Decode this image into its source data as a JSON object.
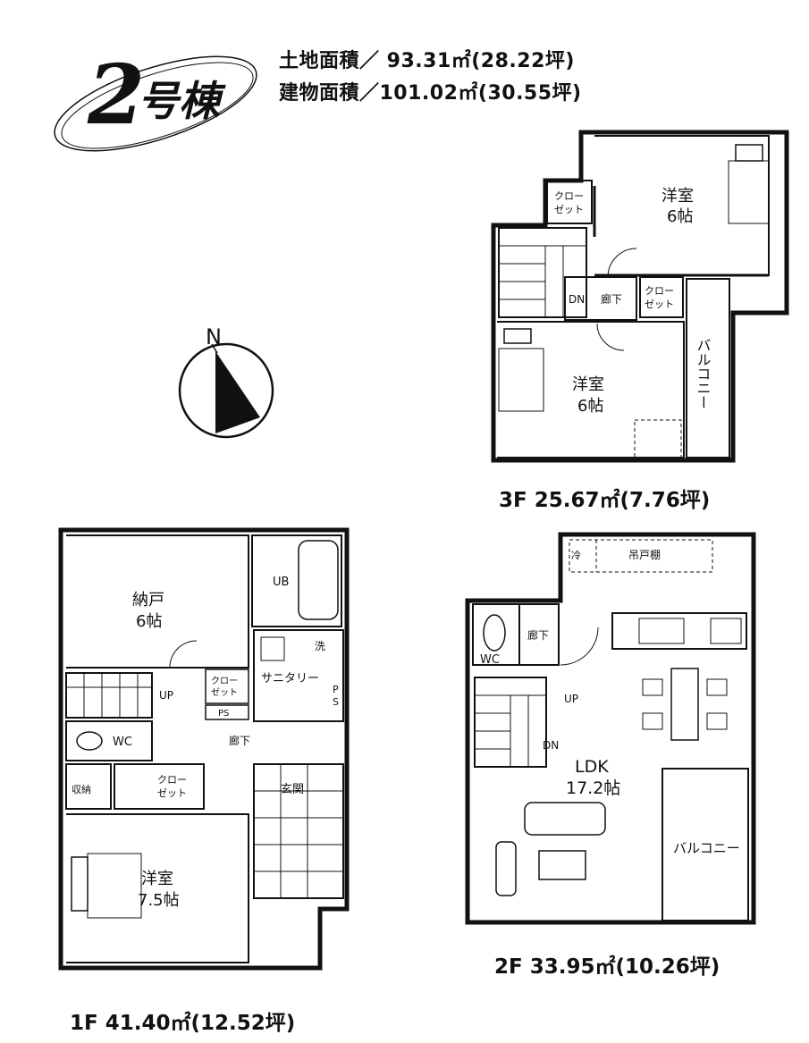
{
  "building": {
    "number": "2",
    "suffix": "号棟",
    "land_area": "土地面積／ 93.31㎡(28.22坪)",
    "floor_area": "建物面積／101.02㎡(30.55坪)"
  },
  "compass": {
    "north": "N"
  },
  "floors": {
    "f3": {
      "label": "3F 25.67㎡(7.76坪)",
      "rooms": {
        "room_a_name": "洋室",
        "room_a_size": "6帖",
        "room_b_name": "洋室",
        "room_b_size": "6帖",
        "closet_a": "クロー",
        "closet_a2": "ゼット",
        "closet_b": "クロー",
        "closet_b2": "ゼット",
        "dn": "DN",
        "hall": "廊下",
        "balcony": "バルコニー"
      }
    },
    "f2": {
      "label": "2F 33.95㎡(10.26坪)",
      "rooms": {
        "ldk": "LDK",
        "ldk_size": "17.2帖",
        "fridge": "冷",
        "cabinet": "吊戸棚",
        "hall": "廊下",
        "wc": "WC",
        "up": "UP",
        "dn": "DN",
        "balcony": "バルコニー"
      }
    },
    "f1": {
      "label": "1F 41.40㎡(12.52坪)",
      "rooms": {
        "storage_name": "納戸",
        "storage_size": "6帖",
        "ub": "UB",
        "wash": "洗",
        "sanitary": "サニタリー",
        "closet_a": "クロー",
        "closet_a2": "ゼット",
        "ps": "PS",
        "ps2_a": "P",
        "ps2_b": "S",
        "up": "UP",
        "wc": "WC",
        "hall": "廊下",
        "entrance": "玄関",
        "shuno": "収納",
        "closet_b": "クロー",
        "closet_b2": "ゼット",
        "room_name": "洋室",
        "room_size": "7.5帖"
      }
    }
  }
}
